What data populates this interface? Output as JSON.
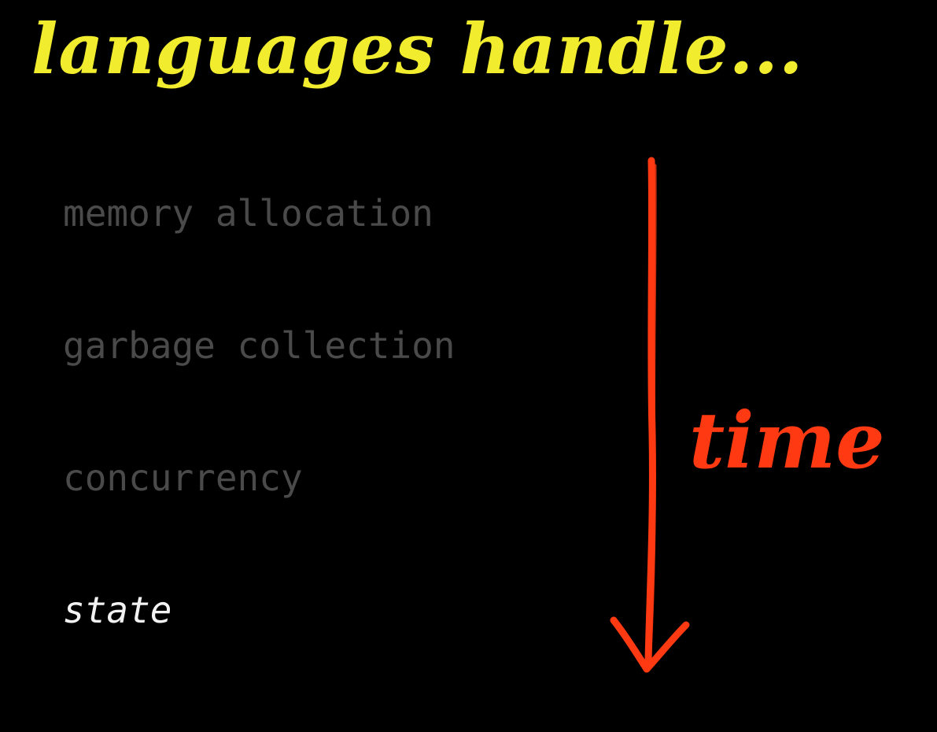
{
  "slide": {
    "title": "languages handle...",
    "items": [
      {
        "label": "memory allocation",
        "current": false
      },
      {
        "label": "garbage collection",
        "current": false
      },
      {
        "label": "concurrency",
        "current": false
      },
      {
        "label": "state",
        "current": true
      }
    ],
    "timeline": {
      "label": "time",
      "direction": "down"
    }
  },
  "colors": {
    "background": "#000000",
    "title": "#f1ec2e",
    "inactive_item": "#4a4a4a",
    "active_item": "#f2f2f2",
    "arrow": "#ff3a12"
  }
}
